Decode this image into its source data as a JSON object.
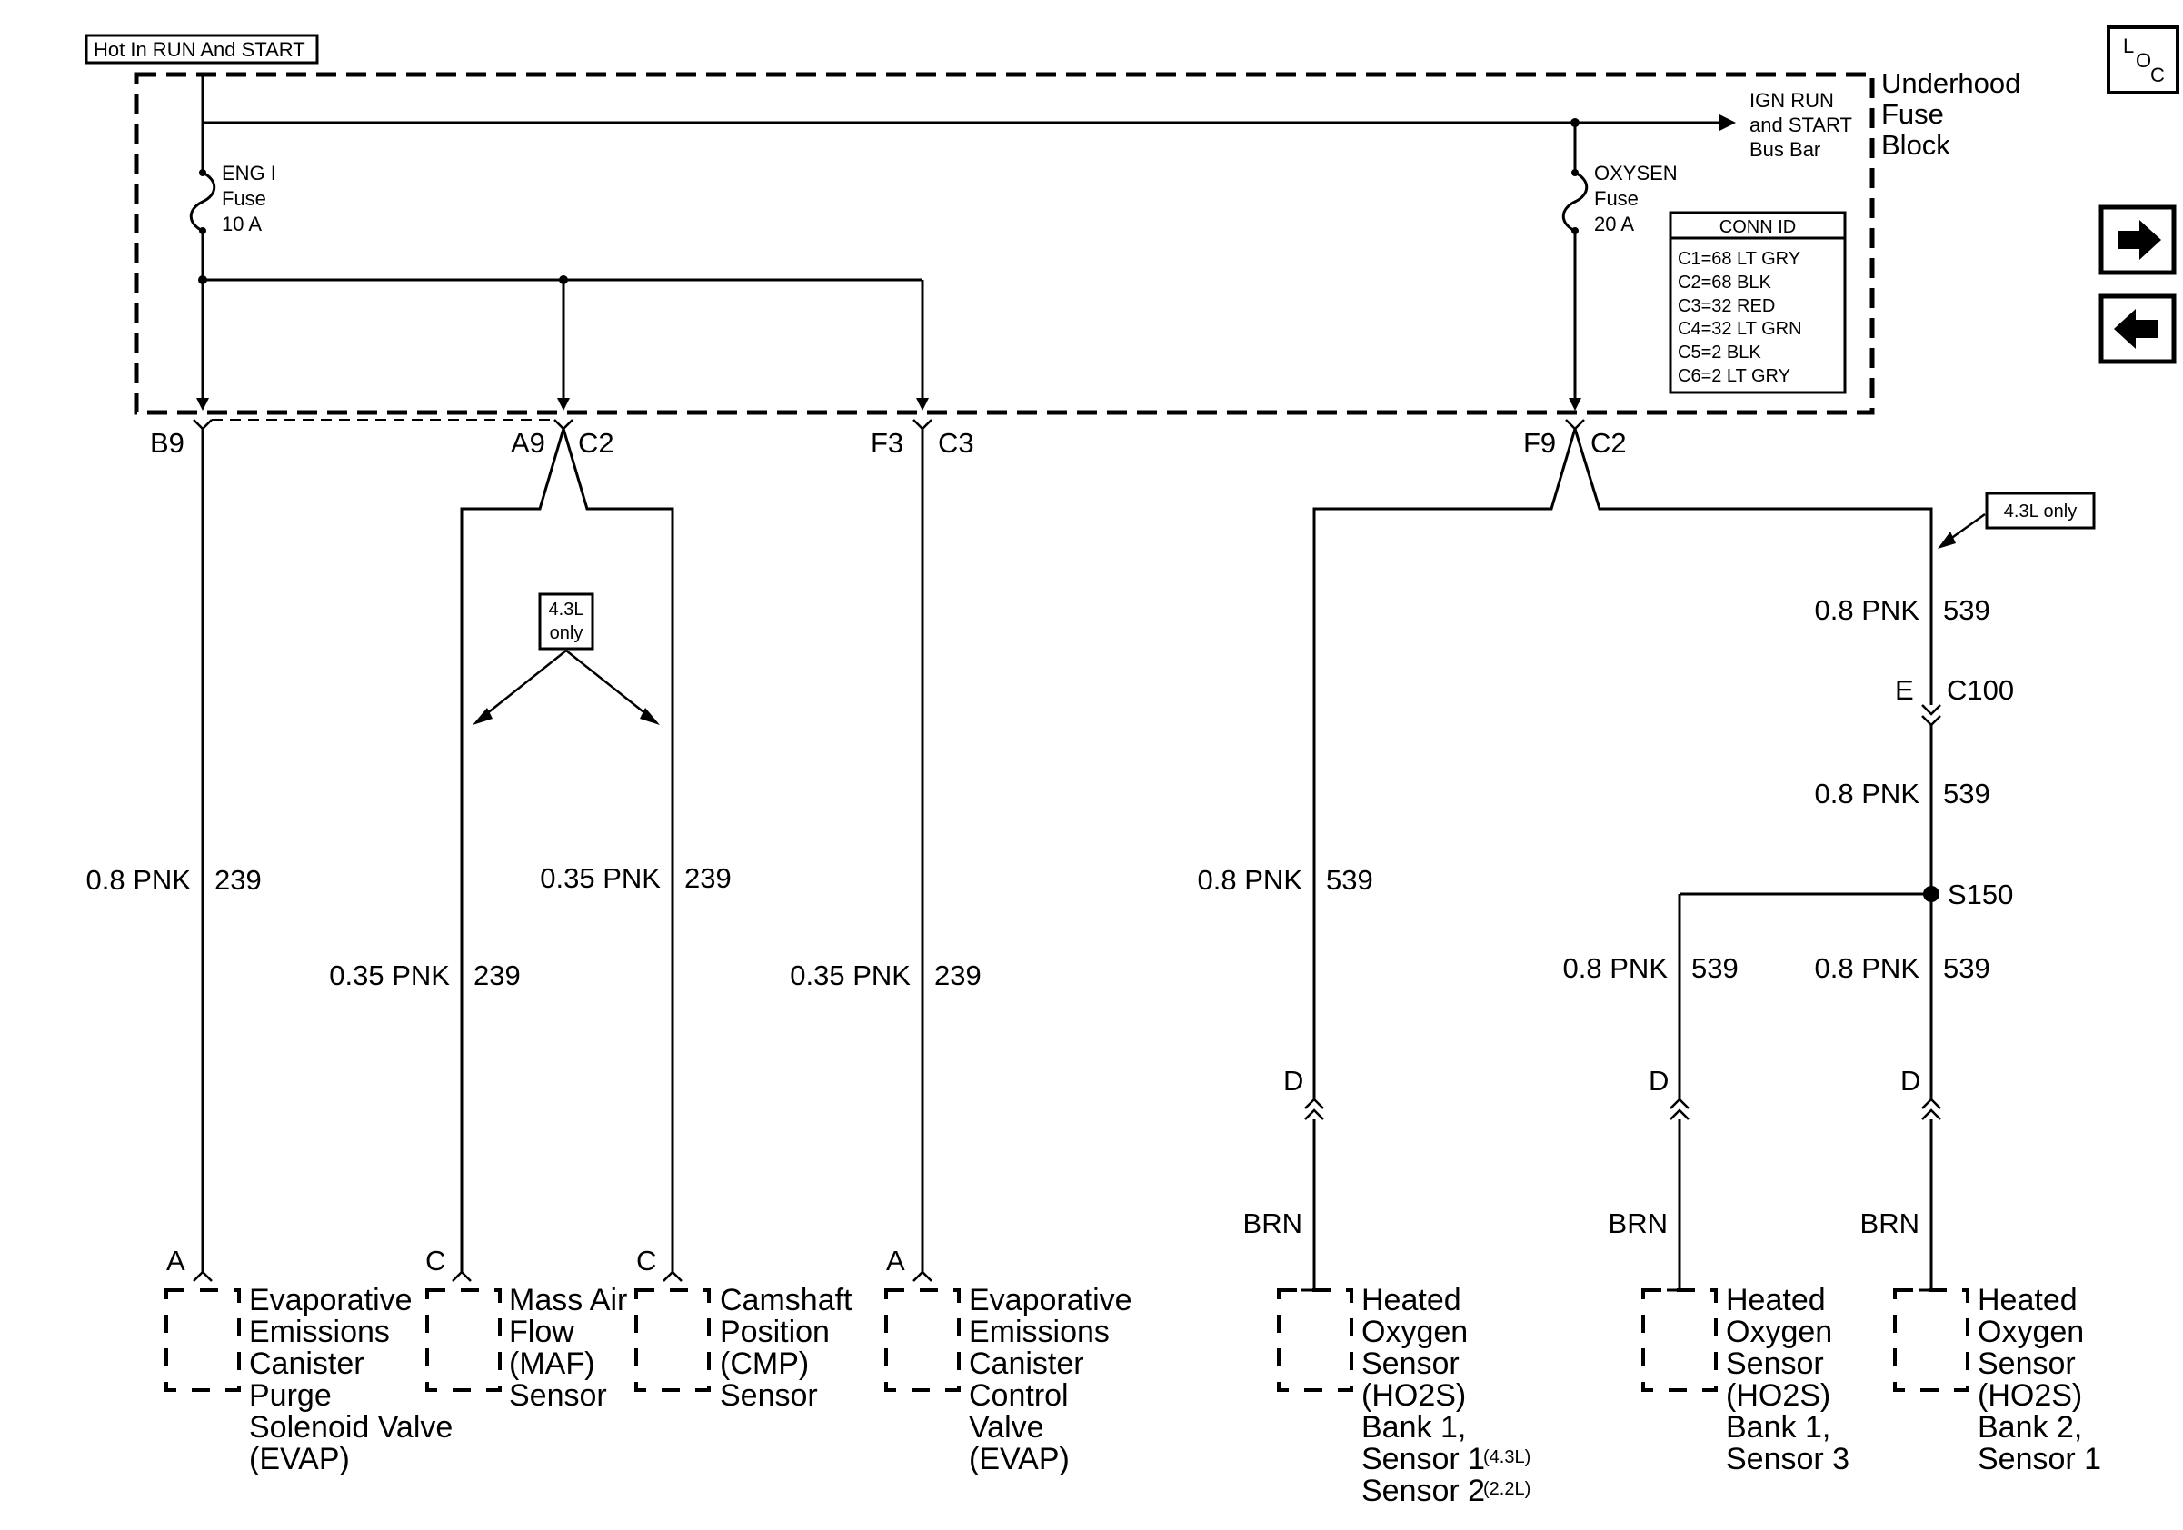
{
  "header": {
    "power_label": "Hot In RUN And START",
    "loc_letters": [
      "L",
      "O",
      "C"
    ]
  },
  "fuse_block": {
    "title": [
      "Underhood",
      "Fuse",
      "Block"
    ],
    "bus_bar": [
      "IGN RUN",
      "and START",
      "Bus Bar"
    ],
    "fuse_eng": [
      "ENG I",
      "Fuse",
      "10 A"
    ],
    "fuse_oxy": [
      "OXYSEN",
      "Fuse",
      "20 A"
    ]
  },
  "conn_table": {
    "title": "CONN ID",
    "rows": [
      "C1=68 LT GRY",
      "C2=68 BLK",
      "C3=32 RED",
      "C4=32 LT GRN",
      "C5=2 BLK",
      "C6=2 LT GRY"
    ]
  },
  "connectors": {
    "b9": "B9",
    "a9": "A9",
    "a9_conn": "C2",
    "f3": "F3",
    "f3_conn": "C3",
    "f9": "F9",
    "f9_conn": "C2",
    "e": "E",
    "c100": "C100",
    "splice": "S150",
    "pin_a": "A",
    "pin_c": "C",
    "pin_d": "D"
  },
  "notes": {
    "only_43_box": [
      "4.3L",
      "only"
    ],
    "only_43_tag": "4.3L only"
  },
  "wires": {
    "w1_color": "0.8 PNK",
    "w1_circuit": "239",
    "w2_color": "0.35 PNK",
    "w2_circuit": "239",
    "w3_color": "0.35 PNK",
    "w3_circuit": "239",
    "w4_color": "0.35 PNK",
    "w4_circuit": "239",
    "w5_color": "0.8 PNK",
    "w5_circuit": "539",
    "w6a_color": "0.8 PNK",
    "w6a_circuit": "539",
    "w6b_color": "0.8 PNK",
    "w6b_circuit": "539",
    "w7_color": "0.8 PNK",
    "w7_circuit": "539",
    "w8_color": "0.8 PNK",
    "w8_circuit": "539",
    "brn": "BRN"
  },
  "components": {
    "evap_purge": [
      "Evaporative",
      "Emissions",
      "Canister",
      "Purge",
      "Solenoid Valve",
      "(EVAP)"
    ],
    "maf": [
      "Mass Air",
      "Flow",
      "(MAF)",
      "Sensor"
    ],
    "cmp": [
      "Camshaft",
      "Position",
      "(CMP)",
      "Sensor"
    ],
    "evap_vent": [
      "Evaporative",
      "Emissions",
      "Canister",
      "Control",
      "Valve",
      "(EVAP)"
    ],
    "ho2s_1": {
      "lines": [
        "Heated",
        "Oxygen",
        "Sensor",
        "(HO2S)",
        "Bank 1,"
      ],
      "s1": "Sensor 1",
      "s1_note": "(4.3L)",
      "s2": "Sensor 2",
      "s2_note": "(2.2L)"
    },
    "ho2s_2": [
      "Heated",
      "Oxygen",
      "Sensor",
      "(HO2S)",
      "Bank 1,",
      "Sensor 3"
    ],
    "ho2s_3": [
      "Heated",
      "Oxygen",
      "Sensor",
      "(HO2S)",
      "Bank 2,",
      "Sensor 1"
    ]
  }
}
